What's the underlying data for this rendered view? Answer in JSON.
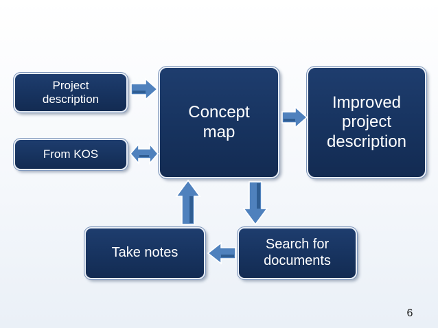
{
  "boxes": {
    "project_description": "Project\ndescription",
    "from_kos": "From KOS",
    "concept_map": "Concept\nmap",
    "improved_project_description": "Improved\nproject\ndescription",
    "search_for_documents": "Search for\ndocuments",
    "take_notes": "Take notes"
  },
  "page_number": "6",
  "colors": {
    "box_fill": "#17335f",
    "arrow_fill": "#4f81bd"
  }
}
